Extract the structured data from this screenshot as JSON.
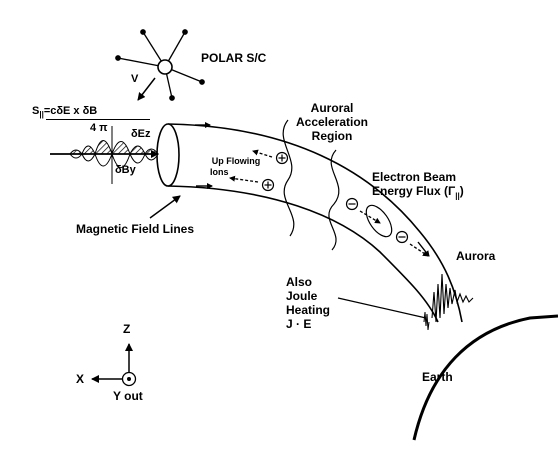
{
  "satellite": {
    "name": "POLAR S/C",
    "velocity_label": "V"
  },
  "poynting": {
    "lhs": "S",
    "lhs_sub": "||",
    "numerator": "=cδE x δB",
    "denominator": "4 π"
  },
  "wave": {
    "delta_ez": "δEz",
    "delta_by": "δBy"
  },
  "regions": {
    "auroral_acceleration": [
      "Auroral",
      "Acceleration",
      "Region"
    ],
    "up_flowing_ions": [
      "Up Flowing",
      "Ions"
    ],
    "electron_beam": [
      "Electron Beam",
      "Energy Flux (Γ",
      "||",
      ")"
    ],
    "magnetic_field_lines": "Magnetic Field Lines",
    "aurora": "Aurora",
    "joule_heating": [
      "Also",
      "Joule",
      "Heating",
      "J · E"
    ],
    "earth": "Earth"
  },
  "axes": {
    "z": "Z",
    "x": "X",
    "y": "Y out"
  }
}
